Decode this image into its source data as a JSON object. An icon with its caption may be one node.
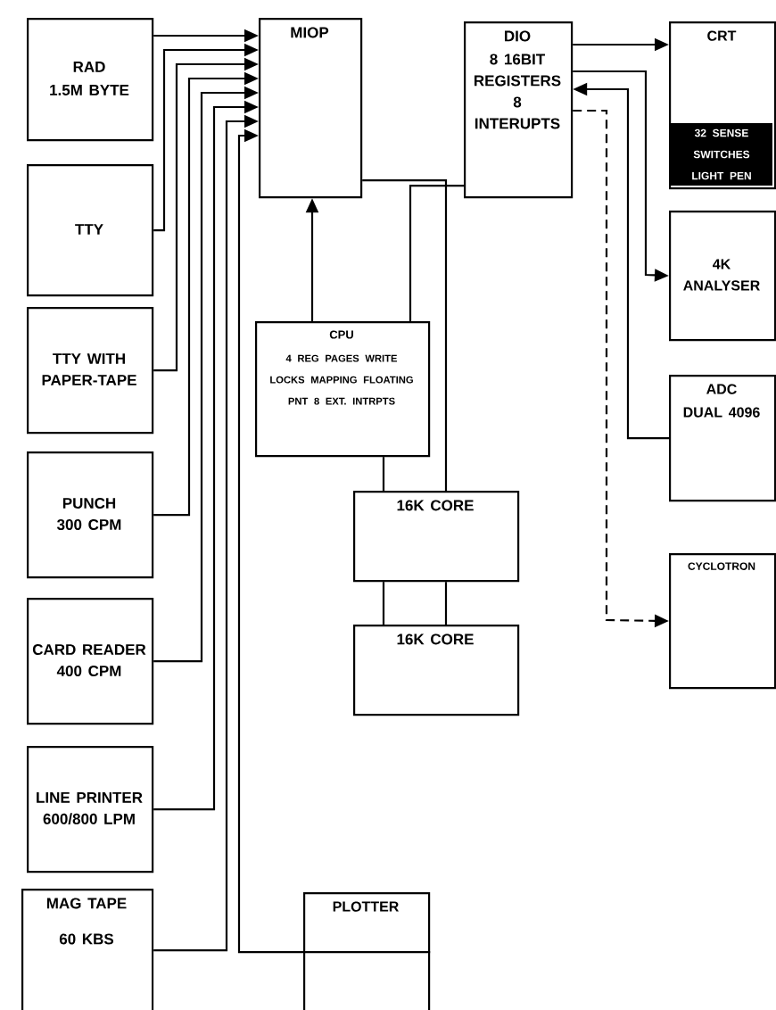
{
  "diagram": {
    "nodes": [
      {
        "text": [
          "RAD",
          "1.5M BYTE"
        ]
      },
      {
        "text": [
          "TTY"
        ]
      },
      {
        "text": [
          "TTY WITH PAPER-TAPE"
        ]
      },
      {
        "text": [
          "PUNCH 300 CPM"
        ]
      },
      {
        "text": [
          "CARD READER 400 CPM"
        ]
      },
      {
        "text": [
          "LINE PRINTER 600/800 LPM"
        ]
      },
      {
        "text": [
          "MAG TAPE",
          "60 KBS"
        ]
      },
      {
        "text": [
          "MIOP"
        ]
      },
      {
        "text": [
          "CPU",
          "4 REG PAGES WRITE LOCKS MAPPING FLOATING PNT 8 EXT. INTRPTS"
        ]
      },
      {
        "text": [
          "16K CORE"
        ]
      },
      {
        "text": [
          "16K CORE"
        ]
      },
      {
        "text": [
          "PLOTTER"
        ]
      },
      {
        "text": [
          "DIO",
          "8 16BIT REGISTERS 8 INTERUPTS"
        ]
      },
      {
        "text": [
          "CRT",
          "32 SENSE SWITCHES LIGHT PEN"
        ]
      },
      {
        "text": [
          "4K ANALYSER"
        ]
      },
      {
        "text": [
          "ADC",
          "DUAL 4096"
        ]
      },
      {
        "text": [
          "CYCLOTRON"
        ]
      }
    ],
    "edges": [
      {
        "from": 0,
        "to": 7,
        "arrow": "to"
      },
      {
        "from": 1,
        "to": 7,
        "arrow": "to"
      },
      {
        "from": 2,
        "to": 7,
        "arrow": "to"
      },
      {
        "from": 3,
        "to": 7,
        "arrow": "to"
      },
      {
        "from": 4,
        "to": 7,
        "arrow": "to"
      },
      {
        "from": 5,
        "to": 7,
        "arrow": "to"
      },
      {
        "from": 6,
        "to": 7,
        "arrow": "to"
      },
      {
        "from": 11,
        "to": 7,
        "arrow": "to"
      },
      {
        "from": 8,
        "to": 7,
        "arrow": "to"
      },
      {
        "from": 7,
        "to": 9,
        "arrow": "none"
      },
      {
        "from": 12,
        "to": 8,
        "arrow": "none"
      },
      {
        "from": 8,
        "to": 9,
        "arrow": "none"
      },
      {
        "from": 9,
        "to": 10,
        "arrow": "none"
      },
      {
        "from": 9,
        "to": 10,
        "arrow": "none"
      },
      {
        "from": 12,
        "to": 13,
        "arrow": "to"
      },
      {
        "from": 12,
        "to": 14,
        "arrow": "to"
      },
      {
        "from": 15,
        "to": 12,
        "arrow": "to"
      },
      {
        "from": 12,
        "to": 16,
        "arrow": "to",
        "style": "dashed"
      }
    ]
  }
}
